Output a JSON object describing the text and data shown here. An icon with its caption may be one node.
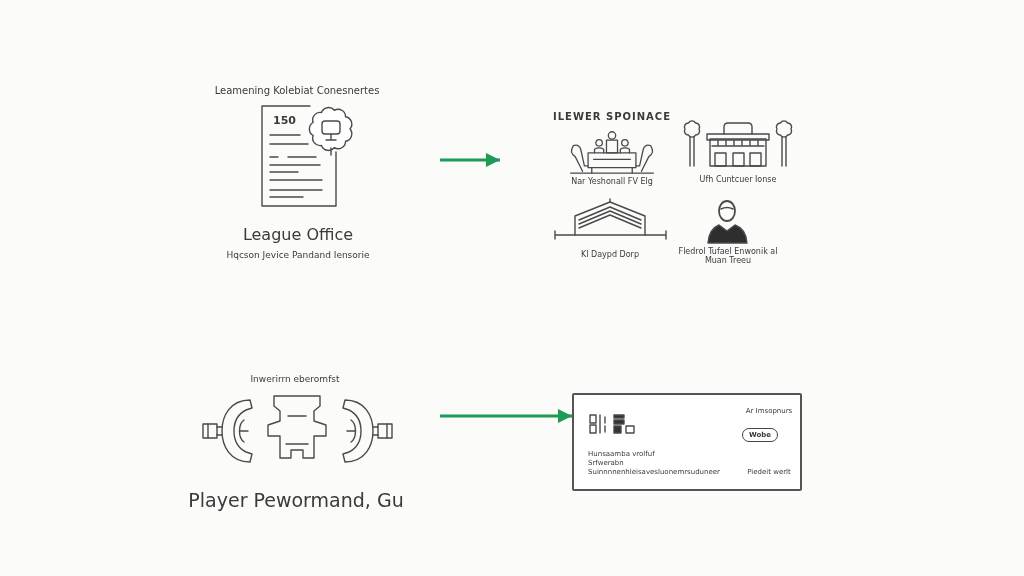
{
  "diagram": {
    "nodes": [
      {
        "text": [
          "Leamening Kolebiat Conesnertes",
          "150",
          "League Office",
          "Hqcson Jevice Pandand Iensorie"
        ]
      },
      {
        "text": [
          "ILEWER SPOINACE",
          "Nar Yeshonall FV Elg",
          "Ufh Cuntcuer Ionse",
          "Kl Daypd Dorp",
          "Fledrol Tufael Enwonik al Muan Treeu"
        ]
      },
      {
        "text": [
          "Inwerirrn eberomfst",
          "Player Pewormand, Gu"
        ]
      },
      {
        "text": [
          "Ar Imsopnurs",
          "Wobe",
          "Hunsaamba vrolfuf",
          "Srfwerabn",
          "Suinnnnenhleisavesluonemrsuduneer",
          "Piedeit werlt"
        ]
      }
    ],
    "edges": [
      {
        "from": 0,
        "to": 1,
        "arrow": "to"
      },
      {
        "from": 2,
        "to": 3,
        "arrow": "to"
      }
    ]
  }
}
